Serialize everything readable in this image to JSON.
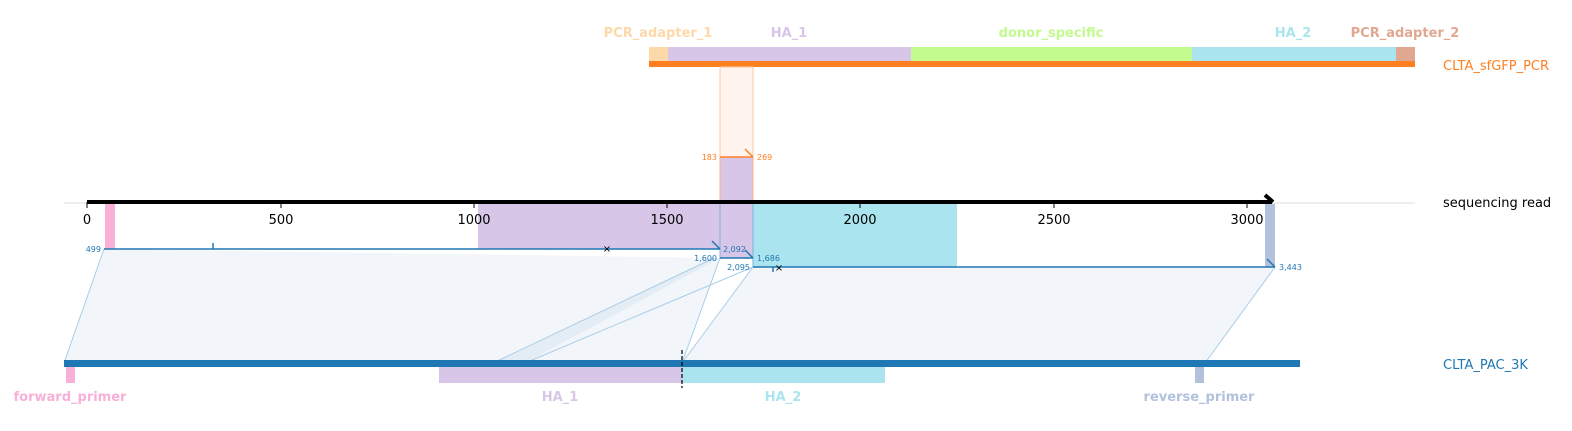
{
  "colors": {
    "pcr_adapter_1": "#fdd8a8",
    "pcr_adapter_2": "#e0a891",
    "ha_1": "#d8c6e8",
    "ha_2": "#aae4ee",
    "donor_specific": "#c3fa8e",
    "forward_primer": "#f8b0d8",
    "reverse_primer": "#b3c1dc",
    "pcr_line": "#ff8020",
    "pac_line": "#1f77b4",
    "read_line": "#000000",
    "alignment_fill": "#dfe9f3",
    "alignment_edge": "#7eb2dd",
    "axis_label": "#000000"
  },
  "top_reference": {
    "name": "CLTA_sfGFP_PCR",
    "features": [
      {
        "key": "pcr_adapter_1",
        "label": "PCR_adapter_1",
        "color": "#fdd8a8"
      },
      {
        "key": "ha_1",
        "label": "HA_1",
        "color": "#d8c6e8"
      },
      {
        "key": "donor_specific",
        "label": "donor_specific",
        "color": "#c3fa8e"
      },
      {
        "key": "ha_2",
        "label": "HA_2",
        "color": "#aae4ee"
      },
      {
        "key": "pcr_adapter_2",
        "label": "PCR_adapter_2",
        "color": "#e0a891"
      }
    ],
    "alignment": {
      "start": "183",
      "end": "269"
    }
  },
  "read": {
    "name": "sequencing read",
    "axis_ticks": [
      "0",
      "500",
      "1000",
      "1500",
      "2000",
      "2500",
      "3000"
    ]
  },
  "bottom_reference": {
    "name": "CLTA_PAC_3K",
    "features": [
      {
        "key": "forward_primer",
        "label": "forward_primer",
        "color": "#f8b0d8"
      },
      {
        "key": "ha_1",
        "label": "HA_1",
        "color": "#d8c6e8"
      },
      {
        "key": "ha_2",
        "label": "HA_2",
        "color": "#aae4ee"
      },
      {
        "key": "reverse_primer",
        "label": "reverse_primer",
        "color": "#b3c1dc"
      }
    ],
    "alignments": [
      {
        "read_start": "499",
        "read_end": "2,092",
        "ref_start": "1,600"
      },
      {
        "read_start": "2,095",
        "read_end": "3,443",
        "ref_start": "1,686"
      }
    ]
  }
}
